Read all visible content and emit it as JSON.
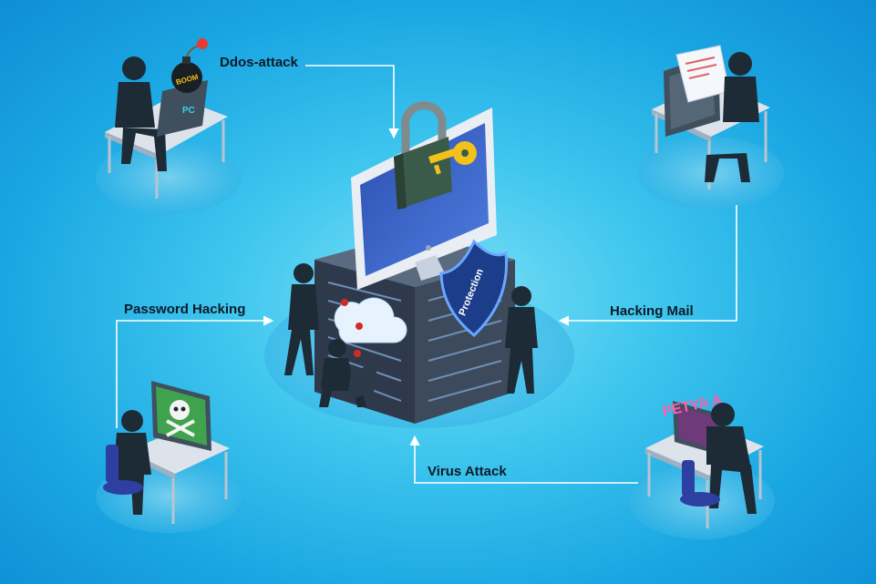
{
  "labels": {
    "ddos": "Ddos-attack",
    "password": "Password Hacking",
    "mail": "Hacking Mail",
    "virus": "Virus Attack"
  },
  "screen_texts": {
    "bomb": "BOOM",
    "laptop": "PC",
    "shield": "Protection",
    "petya": "PETYA A"
  },
  "colors": {
    "background": "#1aa6e2",
    "hacker": "#1d2b36",
    "server": "#3d4a5c",
    "shield": "#2563c9",
    "lock": "#3a5a4a",
    "key": "#f2c21a",
    "connector": "#ffffff"
  }
}
